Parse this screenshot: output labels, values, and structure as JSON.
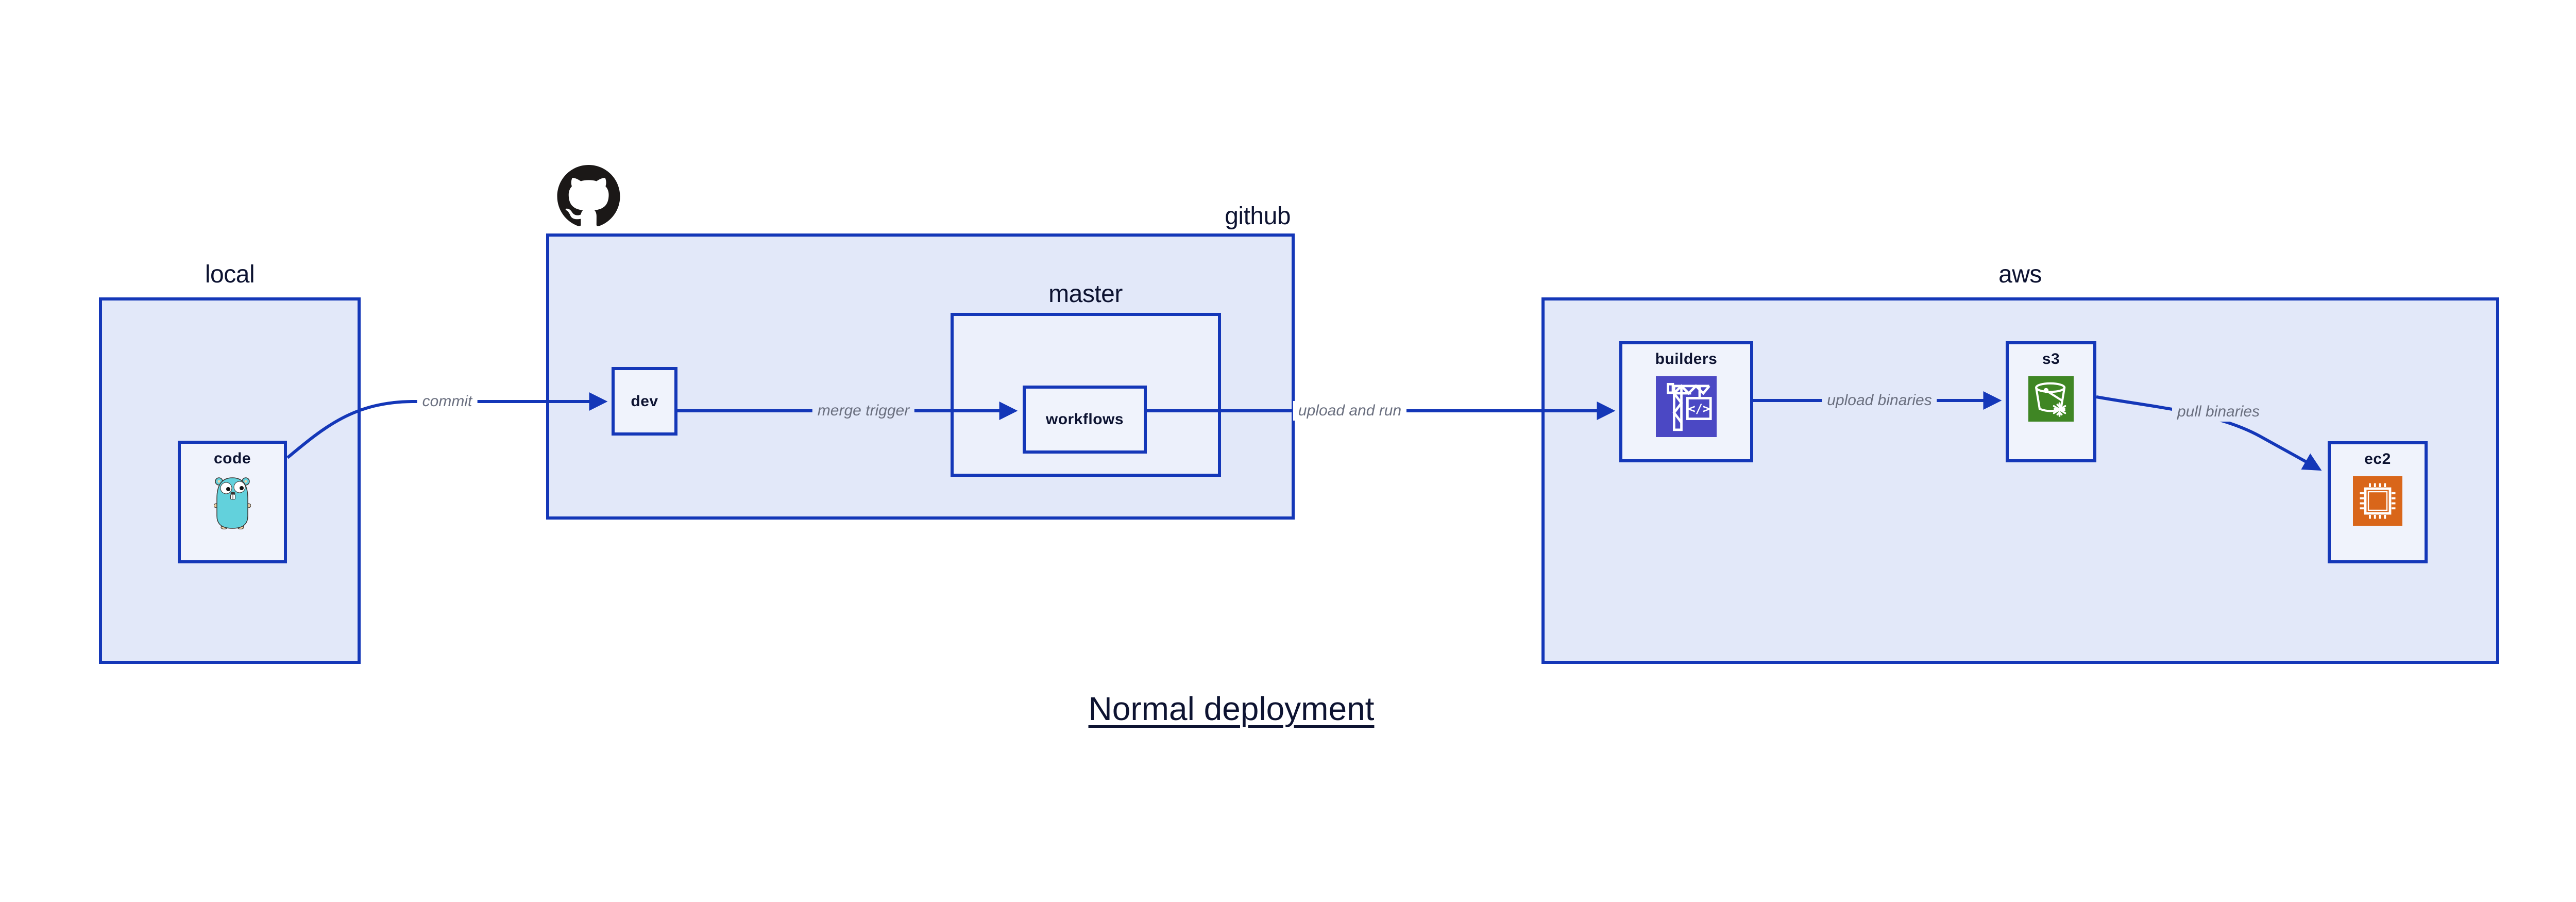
{
  "diagram_title": "Normal deployment",
  "colors": {
    "border_and_arrow_blue": "#1437B8",
    "container_fill": "#E2E8F9",
    "inner_container_fill": "#ECF0FB",
    "leaf_fill": "#F0F3FC",
    "label_navy": "#0D1331",
    "edge_label_gray": "#6A6F7F",
    "builders_icon_bg": "#4B48C4",
    "s3_icon_bg": "#3F8624",
    "ec2_icon_bg": "#D9661A",
    "gopher_teal": "#62D1DC",
    "octocat_black": "#1B1817"
  },
  "containers": {
    "local": {
      "label": "local"
    },
    "github": {
      "label": "github"
    },
    "master": {
      "label": "master"
    },
    "aws": {
      "label": "aws"
    }
  },
  "nodes": {
    "code": {
      "label": "code",
      "icon": "go-gopher"
    },
    "dev": {
      "label": "dev"
    },
    "workflows": {
      "label": "workflows"
    },
    "builders": {
      "label": "builders",
      "icon": "aws-codebuild-crane"
    },
    "s3": {
      "label": "s3",
      "icon": "aws-s3-bucket-snowflake"
    },
    "ec2": {
      "label": "ec2",
      "icon": "aws-ec2-chip"
    }
  },
  "edges": [
    {
      "label": "commit",
      "from": "local.code",
      "to": "github.dev"
    },
    {
      "label": "merge trigger",
      "from": "github.dev",
      "to": "github.master.workflows"
    },
    {
      "label": "upload and run",
      "from": "github.master.workflows",
      "to": "aws.builders"
    },
    {
      "label": "upload binaries",
      "from": "aws.builders",
      "to": "aws.s3"
    },
    {
      "label": "pull binaries",
      "from": "aws.s3",
      "to": "aws.ec2"
    }
  ]
}
